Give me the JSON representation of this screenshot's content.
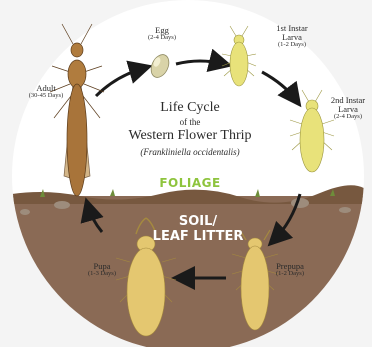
{
  "title": {
    "line1": "Life Cycle",
    "line2": "of the",
    "line3": "Western Flower Thrip",
    "line4": "(Frankliniella occidentalis)"
  },
  "zones": {
    "foliage": "FOLIAGE",
    "soil_line1": "SOIL/",
    "soil_line2": "LEAF LITTER"
  },
  "stages": {
    "egg": {
      "name": "Egg",
      "duration": "(2-4 Days)"
    },
    "first_instar": {
      "name_l1": "1st Instar",
      "name_l2": "Larva",
      "duration": "(1-2 Days)"
    },
    "second_instar": {
      "name_l1": "2nd Instar",
      "name_l2": "Larva",
      "duration": "(2-4 Days)"
    },
    "prepupa": {
      "name": "Prepupa",
      "duration": "(1-2 Days)"
    },
    "pupa": {
      "name": "Pupa",
      "duration": "(1-3 Days)"
    },
    "adult": {
      "name": "Adult",
      "duration": "(30-45 Days)"
    }
  },
  "colors": {
    "background": "#f4f4f4",
    "circle_top": "#ffffff",
    "soil": "#8a6a55",
    "foliage_text": "#8ec43d",
    "arrow": "#1a1a1a",
    "larva": "#e8e27a",
    "pupa": "#e4c770",
    "adult": "#b07c3e",
    "egg": "#d9d3a8"
  }
}
